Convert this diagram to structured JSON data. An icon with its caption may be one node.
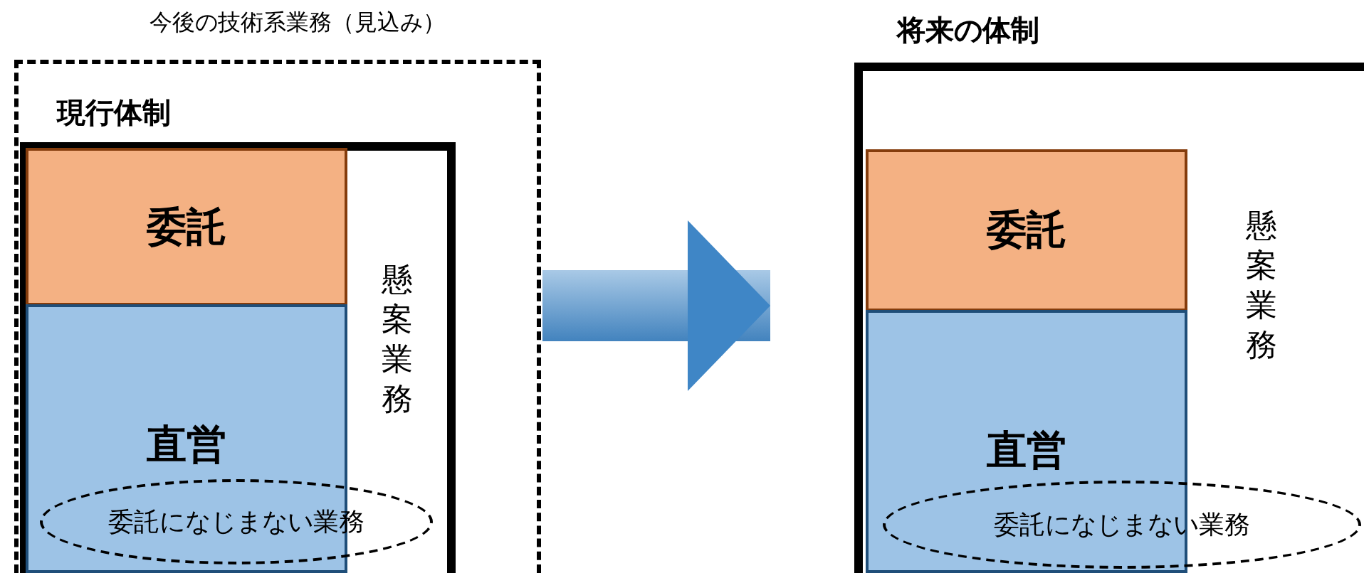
{
  "diagram": {
    "nodes": [
      {
        "text": [
          "今後の技術系業務（見込み）"
        ]
      },
      {
        "text": [
          "現行体制"
        ],
        "in": 0
      },
      {
        "text": [
          "委託"
        ],
        "in": 1
      },
      {
        "text": [
          "直営"
        ],
        "in": 1
      },
      {
        "text": [
          "懸案業務"
        ],
        "in": 1
      },
      {
        "text": [
          "委託になじまない業務"
        ],
        "in": 1
      },
      {
        "text": [
          "将来の体制"
        ]
      },
      {
        "text": [
          "委託"
        ],
        "in": 6
      },
      {
        "text": [
          "直営"
        ],
        "in": 6
      },
      {
        "text": [
          "懸案業務"
        ],
        "in": 6
      },
      {
        "text": [
          "委託になじまない業務"
        ],
        "in": 6
      }
    ],
    "edges": [
      {
        "from": 0,
        "to": 6,
        "arrow": "to",
        "style": "thick"
      }
    ]
  }
}
